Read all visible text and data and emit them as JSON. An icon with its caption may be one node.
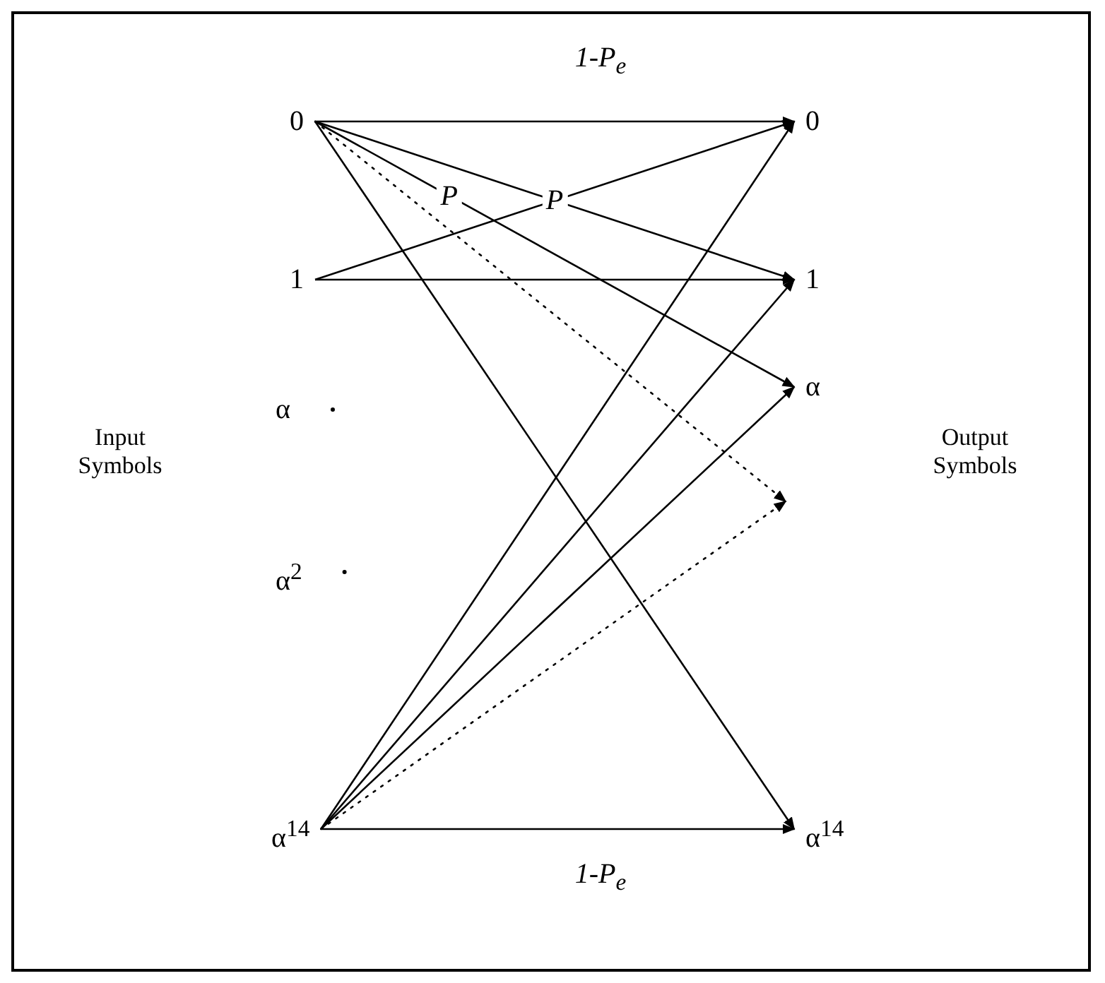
{
  "diagram": {
    "nodes": [
      {
        "text": [
          "0"
        ]
      },
      {
        "text": [
          "1"
        ]
      },
      {
        "text": [
          "α"
        ]
      },
      {
        "text": [
          "α$^{2}$"
        ]
      },
      {
        "text": [
          "α$^{14}$"
        ]
      },
      {
        "text": [
          "0"
        ]
      },
      {
        "text": [
          "1"
        ]
      },
      {
        "text": [
          "α"
        ]
      },
      {
        "text": [
          "α$^{14}$"
        ]
      }
    ],
    "edges": [
      {
        "from": 0,
        "to": 5,
        "arrow": "to",
        "label": "1-P$_{e}$"
      },
      {
        "from": 0,
        "to": 6,
        "arrow": "to",
        "label": "P"
      },
      {
        "from": 0,
        "to": 7,
        "arrow": "to",
        "label": "P"
      },
      {
        "from": 0,
        "to": null,
        "arrow": "to",
        "style": "dashed"
      },
      {
        "from": 0,
        "to": 8,
        "arrow": "to"
      },
      {
        "from": 1,
        "to": 5,
        "arrow": "to"
      },
      {
        "from": 1,
        "to": 6,
        "arrow": "to"
      },
      {
        "from": 4,
        "to": 5,
        "arrow": "to"
      },
      {
        "from": 4,
        "to": 6,
        "arrow": "to"
      },
      {
        "from": 4,
        "to": 7,
        "arrow": "to"
      },
      {
        "from": 4,
        "to": null,
        "arrow": "to",
        "style": "dashed"
      },
      {
        "from": 4,
        "to": 8,
        "arrow": "to",
        "label": "1-P$_{e}$"
      }
    ],
    "labels": [
      "Input Symbols",
      "Output Symbols"
    ]
  }
}
